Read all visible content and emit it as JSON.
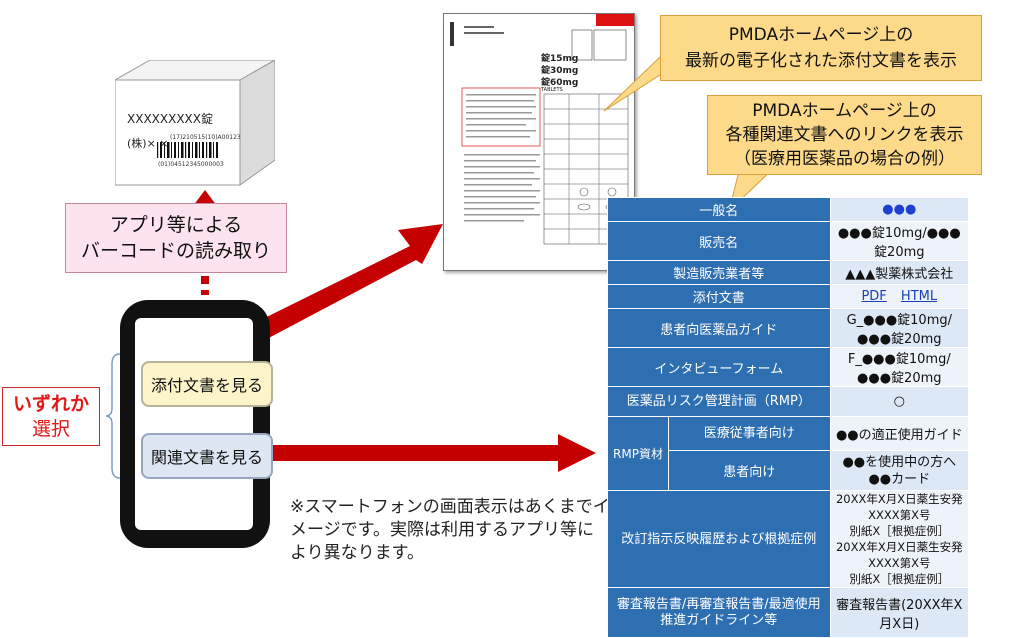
{
  "package": {
    "product": "XXXXXXXXX錠",
    "maker": "(株)× ×",
    "barcode_top": "(17)210515(10)A00123",
    "barcode_bottom": "(01)04512345000003"
  },
  "barcode_label": {
    "line1": "アプリ等による",
    "line2": "バーコードの読み取り"
  },
  "phone": {
    "btn_attached": "添付文書を見る",
    "btn_related": "関連文書を見る"
  },
  "choice": {
    "line1": "いずれか",
    "line2": "選択"
  },
  "note": "※スマートフォンの画面表示はあくまでイメージです。実際は利用するアプリ等により異なります。",
  "document": {
    "dose1": "錠15mg",
    "dose2": "錠30mg",
    "dose3": "錠60mg",
    "sub": "TABLETS"
  },
  "callout1": {
    "line1": "PMDAホームページ上の",
    "line2": "最新の電子化された添付文書を表示"
  },
  "callout2": {
    "line1": "PMDAホームページ上の",
    "line2": "各種関連文書へのリンクを表示",
    "line3": "（医療用医薬品の場合の例）"
  },
  "table": {
    "generic_h": "一般名",
    "generic_v": "●●●",
    "brand_h": "販売名",
    "brand_v": "●●●錠10mg/●●●錠20mg",
    "maker_h": "製造販売業者等",
    "maker_v": "▲▲▲製薬株式会社",
    "pi_h": "添付文書",
    "pi_pdf": "PDF",
    "pi_html": "HTML",
    "patient_h": "患者向医薬品ガイド",
    "patient_v": "G_●●●錠10mg/●●●錠20mg",
    "interview_h": "インタビューフォーム",
    "interview_v": "F_●●●錠10mg/●●●錠20mg",
    "rmp_h": "医薬品リスク管理計画（RMP）",
    "rmp_v": "○",
    "rmpmat_h": "RMP資材",
    "rmp_hcp_h": "医療従事者向け",
    "rmp_hcp_v": "●●の適正使用ガイド",
    "rmp_pt_h": "患者向け",
    "rmp_pt_v1": "●●を使用中の方へ",
    "rmp_pt_v2": "●●カード",
    "revision_h": "改訂指示反映履歴および根拠症例",
    "revision_v1": "20XX年X月X日薬生安発XXXX第X号",
    "revision_v2": "別紙X［根拠症例］",
    "revision_v3": "20XX年X月X日薬生安発XXXX第X号",
    "revision_v4": "別紙X［根拠症例］",
    "review_h": "審査報告書/再審査報告書/最適使用推進ガイドライン等",
    "review_v": "審査報告書(20XX年X月X日)"
  }
}
